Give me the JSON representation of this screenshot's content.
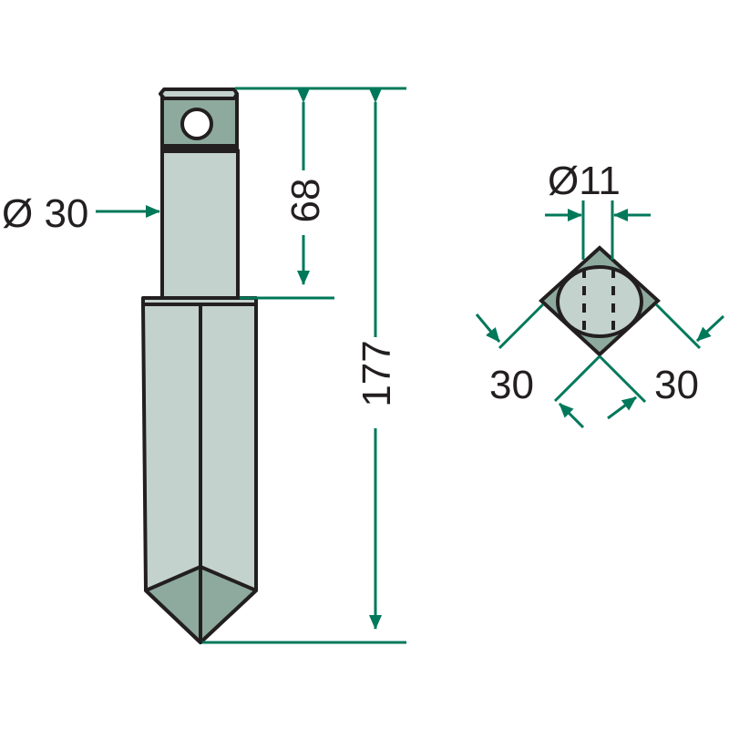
{
  "colors": {
    "dimension": "#00785a",
    "outline": "#231f20",
    "fill_dark": "#8eaa9e",
    "fill_light": "#c3d2cc"
  },
  "part_view": {
    "diameter_label": "Ø 30",
    "length_68_label": "68",
    "length_177_label": "177"
  },
  "section_view": {
    "hole_label": "Ø11",
    "width_left_label": "30",
    "width_right_label": "30"
  }
}
